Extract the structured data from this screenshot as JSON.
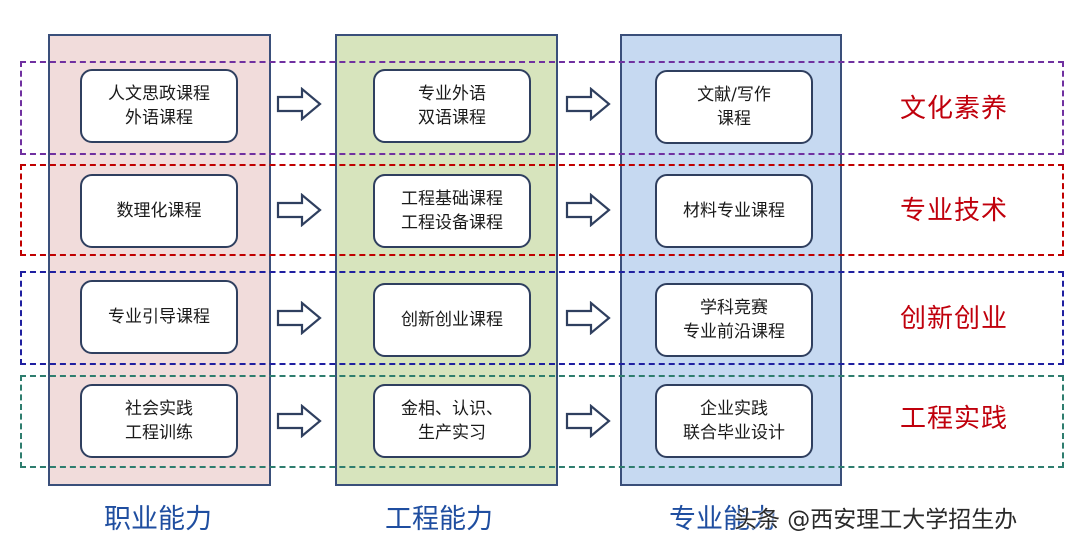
{
  "columns": {
    "col1": {
      "label": "职业能力"
    },
    "col2": {
      "label": "工程能力"
    },
    "col3": {
      "label": "专业能力"
    }
  },
  "rows": [
    {
      "label": "文化素养",
      "cells": [
        [
          "人文思政课程",
          "外语课程"
        ],
        [
          "专业外语",
          "双语课程"
        ],
        [
          "文献/写作",
          "课程"
        ]
      ]
    },
    {
      "label": "专业技术",
      "cells": [
        [
          "数理化课程"
        ],
        [
          "工程基础课程",
          "工程设备课程"
        ],
        [
          "材料专业课程"
        ]
      ]
    },
    {
      "label": "创新创业",
      "cells": [
        [
          "专业引导课程"
        ],
        [
          "创新创业课程"
        ],
        [
          "学科竞赛",
          "专业前沿课程"
        ]
      ]
    },
    {
      "label": "工程实践",
      "cells": [
        [
          "社会实践",
          "工程训练"
        ],
        [
          "金相、认识、",
          "生产实习"
        ],
        [
          "企业实践",
          "联合毕业设计"
        ]
      ]
    }
  ],
  "watermark": "头条 @西安理工大学招生办",
  "colors": {
    "col1_bg": "#f1dcdb",
    "col2_bg": "#d7e4bd",
    "col3_bg": "#c6d9f1",
    "row1_border": "#7030a0",
    "row2_border": "#c00000",
    "row3_border": "#1f1fa0",
    "row4_border": "#2e7d6e",
    "row_label": "#c0000c",
    "column_label": "#1f4ea0"
  }
}
